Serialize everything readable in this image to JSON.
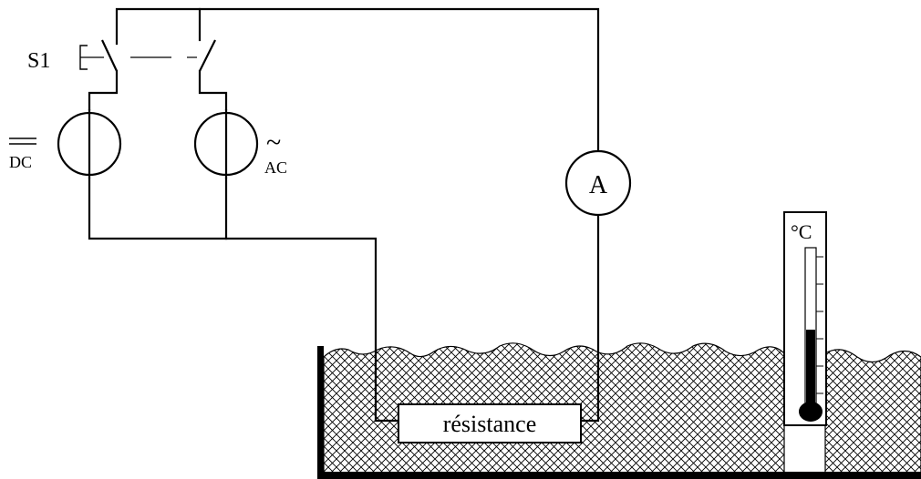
{
  "diagram": {
    "switch_label": "S1",
    "dc_label": "DC",
    "ac_label": "AC",
    "ac_symbol": "~",
    "ammeter_label": "A",
    "thermometer_unit": "°C",
    "resistor_label": "résistance"
  },
  "colors": {
    "line": "#000000",
    "background": "#ffffff",
    "liquid_hatch": "#000000",
    "mercury": "#000000"
  },
  "icons": [
    "switch-icon",
    "dc-source-icon",
    "ac-source-icon",
    "ammeter-icon",
    "thermometer-icon",
    "resistor-icon"
  ]
}
